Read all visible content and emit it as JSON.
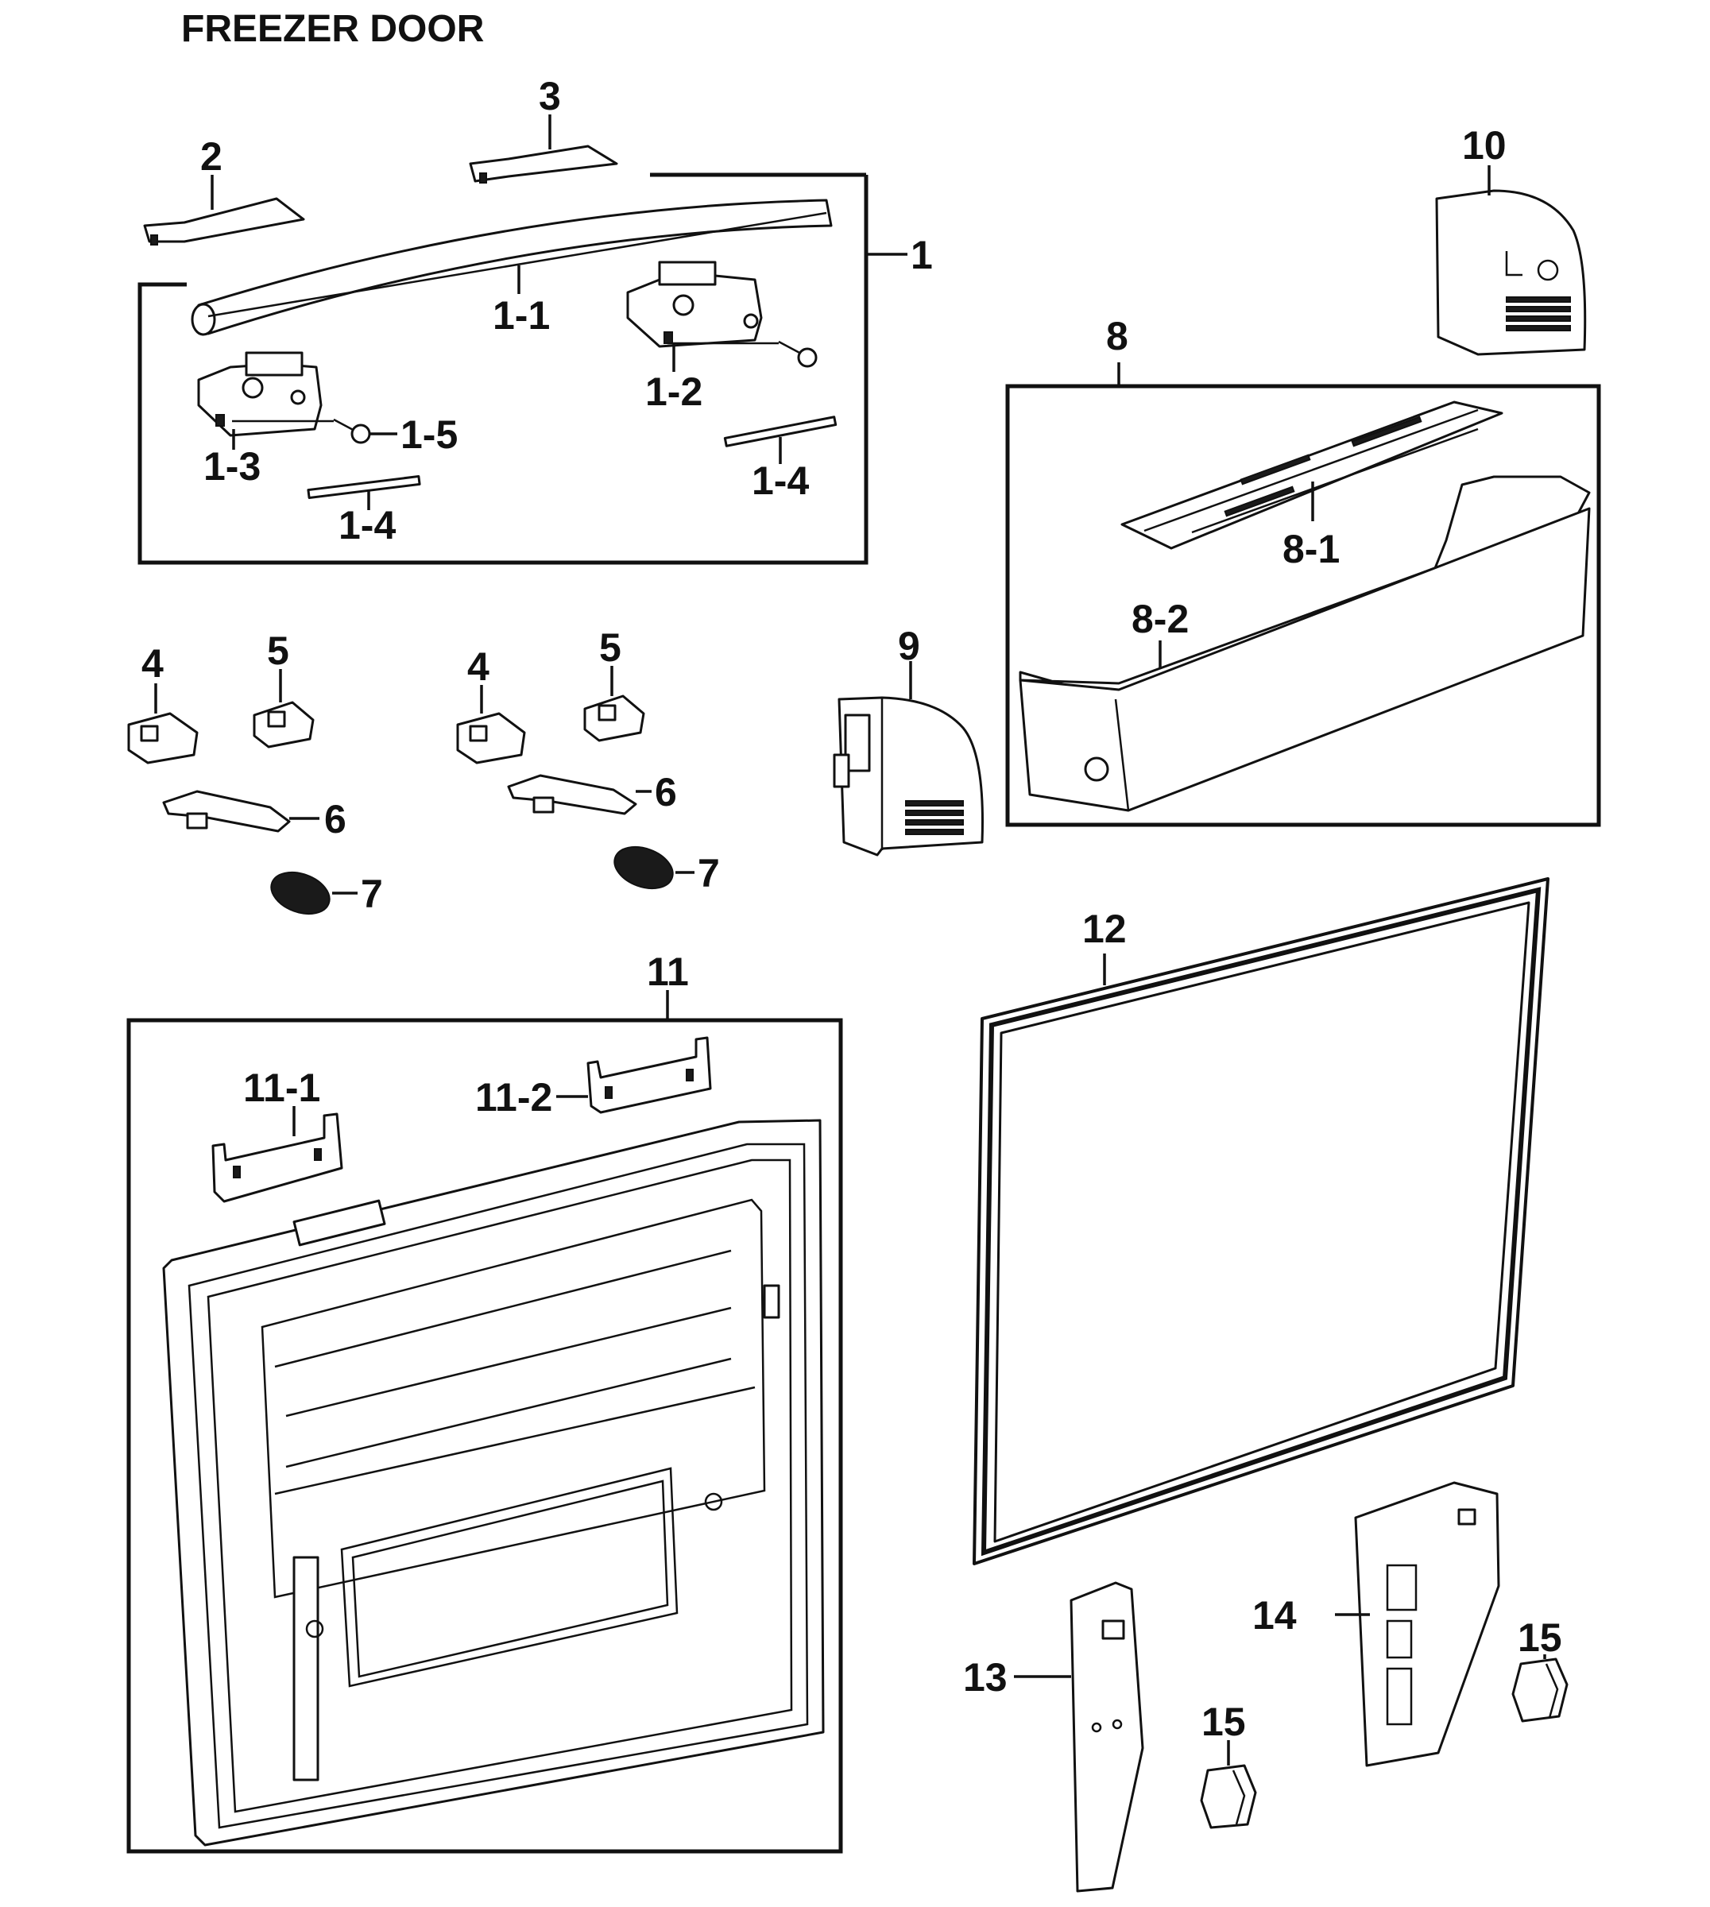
{
  "title": "FREEZER DOOR",
  "labels": {
    "p1": "1",
    "p1_1": "1-1",
    "p1_2": "1-2",
    "p1_3": "1-3",
    "p1_4a": "1-4",
    "p1_4b": "1-4",
    "p1_5": "1-5",
    "p2": "2",
    "p3": "3",
    "p4a": "4",
    "p4b": "4",
    "p5a": "5",
    "p5b": "5",
    "p6a": "6",
    "p6b": "6",
    "p7a": "7",
    "p7b": "7",
    "p8": "8",
    "p8_1": "8-1",
    "p8_2": "8-2",
    "p9": "9",
    "p10": "10",
    "p11": "11",
    "p11_1": "11-1",
    "p11_2": "11-2",
    "p12": "12",
    "p13": "13",
    "p14": "14",
    "p15a": "15",
    "p15b": "15"
  }
}
